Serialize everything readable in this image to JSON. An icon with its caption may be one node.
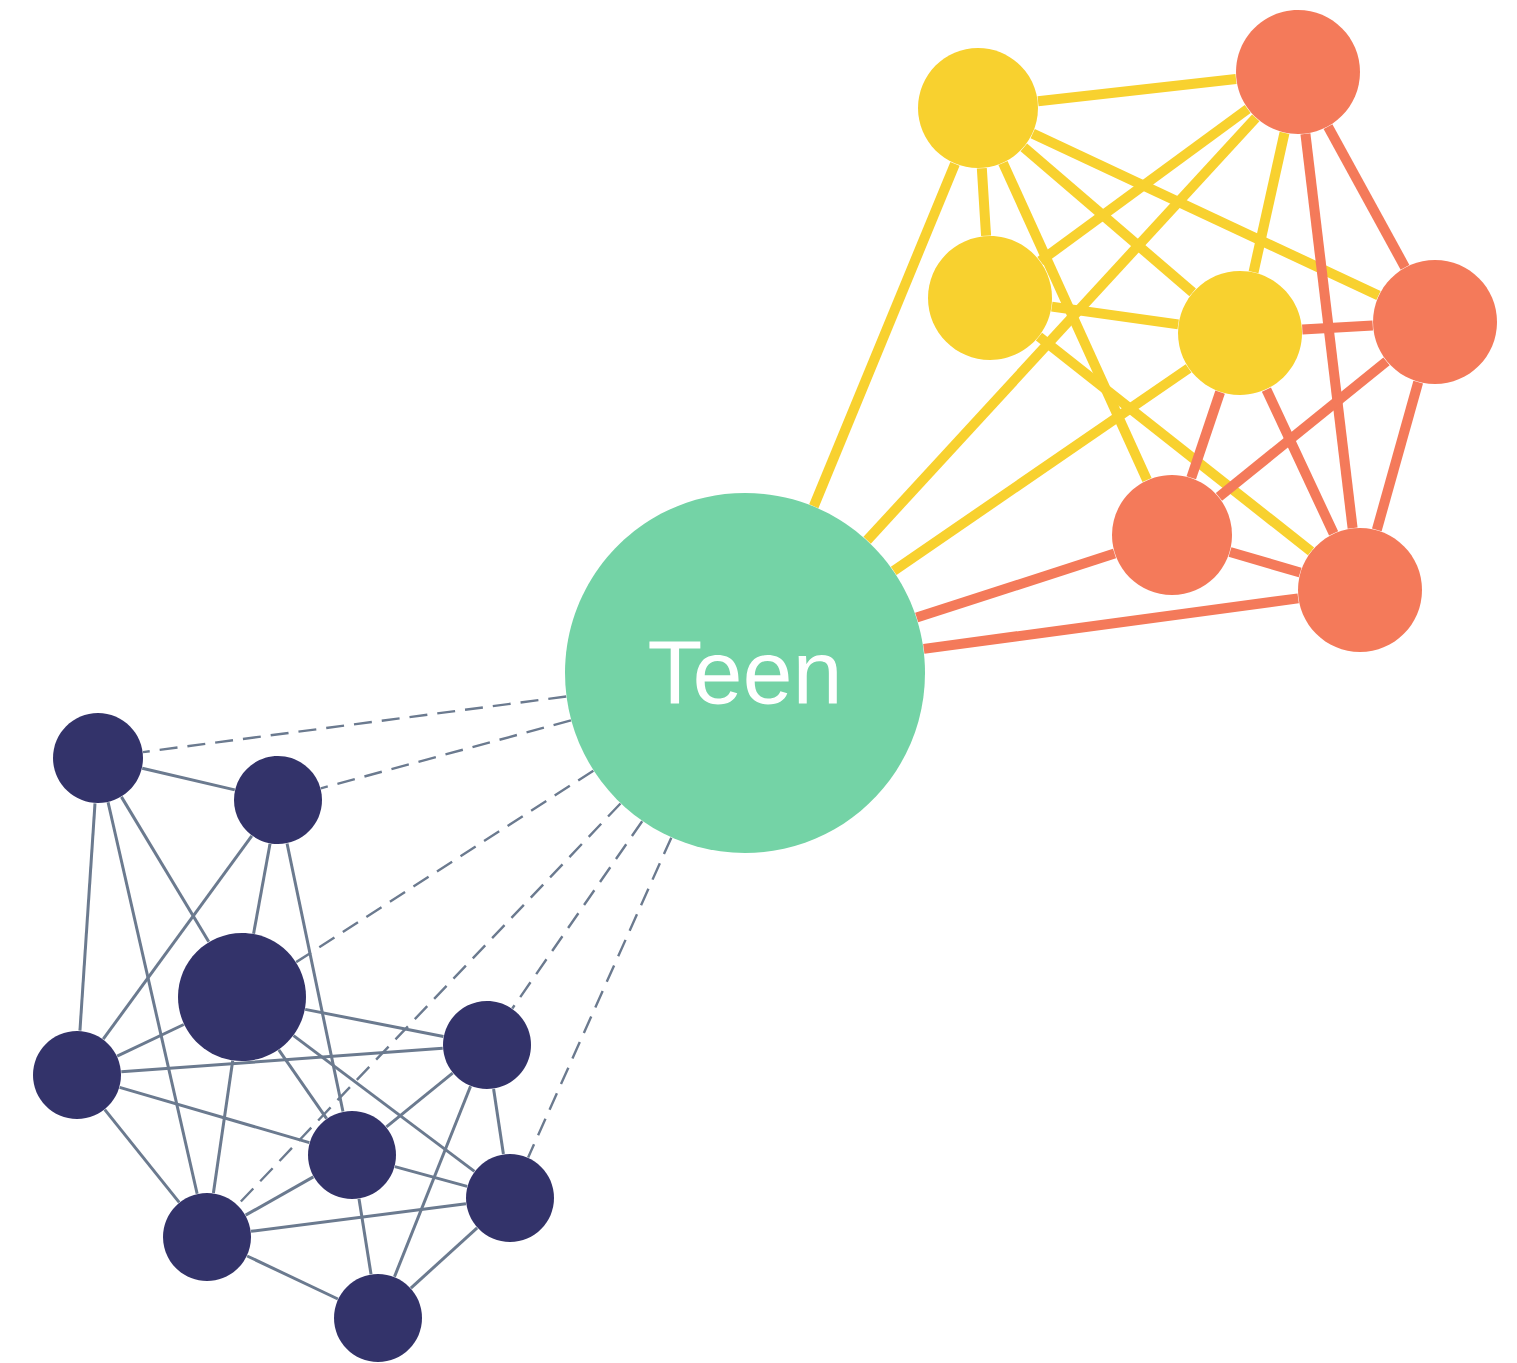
{
  "diagram": {
    "nodes": [
      {
        "text": [],
        "shape": "circle"
      },
      {
        "text": [],
        "shape": "circle"
      },
      {
        "text": [],
        "shape": "circle"
      },
      {
        "text": [],
        "shape": "circle"
      },
      {
        "text": [],
        "shape": "circle"
      },
      {
        "text": [],
        "shape": "circle"
      },
      {
        "text": [],
        "shape": "circle"
      },
      {
        "text": [
          "Teen"
        ]
      },
      {
        "text": [],
        "shape": "circle"
      },
      {
        "text": [],
        "shape": "circle"
      },
      {
        "text": [],
        "shape": "circle"
      },
      {
        "text": [],
        "shape": "circle"
      },
      {
        "text": [],
        "shape": "circle"
      },
      {
        "text": [],
        "shape": "circle"
      },
      {
        "text": [],
        "shape": "circle"
      },
      {
        "text": [],
        "shape": "circle"
      },
      {
        "text": [],
        "shape": "circle"
      }
    ],
    "edges": [
      {
        "from": 1,
        "to": 0,
        "arrow": "none",
        "style": "thick",
        "color": "#f8d12f"
      },
      {
        "from": 1,
        "to": 2,
        "arrow": "none",
        "style": "thick",
        "color": "#f8d12f"
      },
      {
        "from": 1,
        "to": 7,
        "arrow": "none",
        "style": "thick",
        "color": "#f8d12f"
      },
      {
        "from": 1,
        "to": 4,
        "arrow": "none",
        "style": "thick",
        "color": "#f8d12f"
      },
      {
        "from": 1,
        "to": 3,
        "arrow": "none",
        "style": "thick",
        "color": "#f8d12f"
      },
      {
        "from": 1,
        "to": 5,
        "arrow": "none",
        "style": "thick",
        "color": "#f8d12f"
      },
      {
        "from": 2,
        "to": 4,
        "arrow": "none",
        "style": "thick",
        "color": "#f8d12f"
      },
      {
        "from": 2,
        "to": 6,
        "arrow": "none",
        "style": "thick",
        "color": "#f8d12f"
      },
      {
        "from": 2,
        "to": 0,
        "arrow": "none",
        "style": "thick",
        "color": "#f8d12f"
      },
      {
        "from": 7,
        "to": 0,
        "arrow": "none",
        "style": "thick",
        "color": "#f8d12f"
      },
      {
        "from": 7,
        "to": 4,
        "arrow": "none",
        "style": "thick",
        "color": "#f8d12f"
      },
      {
        "from": 0,
        "to": 4,
        "arrow": "none",
        "style": "thick",
        "color": "#f8d12f"
      },
      {
        "from": 7,
        "to": 5,
        "arrow": "none",
        "style": "thick",
        "color": "#f47a5a"
      },
      {
        "from": 7,
        "to": 6,
        "arrow": "none",
        "style": "thick",
        "color": "#f47a5a"
      },
      {
        "from": 0,
        "to": 3,
        "arrow": "none",
        "style": "thick",
        "color": "#f47a5a"
      },
      {
        "from": 0,
        "to": 6,
        "arrow": "none",
        "style": "thick",
        "color": "#f47a5a"
      },
      {
        "from": 4,
        "to": 3,
        "arrow": "none",
        "style": "thick",
        "color": "#f47a5a"
      },
      {
        "from": 4,
        "to": 5,
        "arrow": "none",
        "style": "thick",
        "color": "#f47a5a"
      },
      {
        "from": 4,
        "to": 6,
        "arrow": "none",
        "style": "thick",
        "color": "#f47a5a"
      },
      {
        "from": 3,
        "to": 5,
        "arrow": "none",
        "style": "thick",
        "color": "#f47a5a"
      },
      {
        "from": 3,
        "to": 6,
        "arrow": "none",
        "style": "thick",
        "color": "#f47a5a"
      },
      {
        "from": 5,
        "to": 6,
        "arrow": "none",
        "style": "thick",
        "color": "#f47a5a"
      },
      {
        "from": 7,
        "to": 8,
        "arrow": "none",
        "style": "dashed"
      },
      {
        "from": 7,
        "to": 9,
        "arrow": "none",
        "style": "dashed"
      },
      {
        "from": 7,
        "to": 10,
        "arrow": "none",
        "style": "dashed"
      },
      {
        "from": 7,
        "to": 15,
        "arrow": "none",
        "style": "dashed"
      },
      {
        "from": 7,
        "to": 11,
        "arrow": "none",
        "style": "dashed"
      },
      {
        "from": 7,
        "to": 14,
        "arrow": "none",
        "style": "dashed"
      },
      {
        "from": 8,
        "to": 9,
        "arrow": "none"
      },
      {
        "from": 8,
        "to": 12,
        "arrow": "none"
      },
      {
        "from": 8,
        "to": 15,
        "arrow": "none"
      },
      {
        "from": 8,
        "to": 10,
        "arrow": "none"
      },
      {
        "from": 9,
        "to": 12,
        "arrow": "none"
      },
      {
        "from": 9,
        "to": 10,
        "arrow": "none"
      },
      {
        "from": 9,
        "to": 13,
        "arrow": "none"
      },
      {
        "from": 10,
        "to": 12,
        "arrow": "none"
      },
      {
        "from": 10,
        "to": 11,
        "arrow": "none"
      },
      {
        "from": 10,
        "to": 15,
        "arrow": "none"
      },
      {
        "from": 10,
        "to": 13,
        "arrow": "none"
      },
      {
        "from": 10,
        "to": 14,
        "arrow": "none"
      },
      {
        "from": 12,
        "to": 11,
        "arrow": "none"
      },
      {
        "from": 12,
        "to": 13,
        "arrow": "none"
      },
      {
        "from": 12,
        "to": 15,
        "arrow": "none"
      },
      {
        "from": 11,
        "to": 13,
        "arrow": "none"
      },
      {
        "from": 11,
        "to": 16,
        "arrow": "none"
      },
      {
        "from": 11,
        "to": 14,
        "arrow": "none"
      },
      {
        "from": 13,
        "to": 15,
        "arrow": "none"
      },
      {
        "from": 13,
        "to": 14,
        "arrow": "none"
      },
      {
        "from": 13,
        "to": 16,
        "arrow": "none"
      },
      {
        "from": 14,
        "to": 15,
        "arrow": "none"
      },
      {
        "from": 14,
        "to": 16,
        "arrow": "none"
      },
      {
        "from": 15,
        "to": 16,
        "arrow": "none"
      }
    ]
  }
}
